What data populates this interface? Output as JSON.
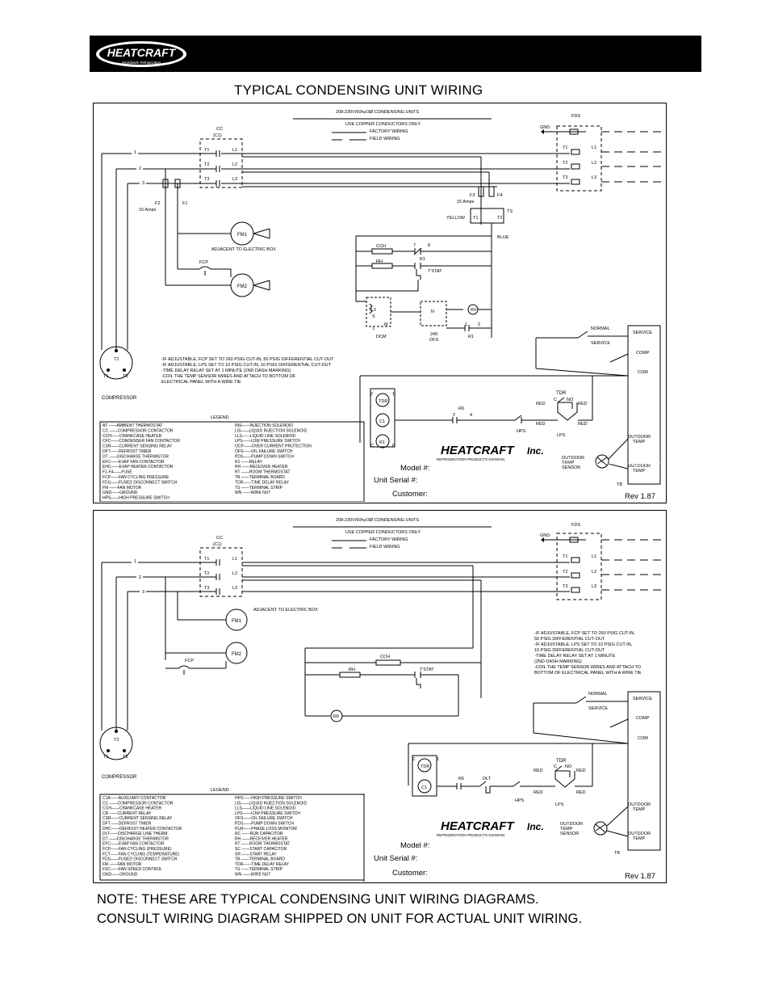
{
  "header": {
    "brand": "HEATCRAFT",
    "tagline": "Worldwide Refrigeration"
  },
  "title": "TYPICAL CONDENSING UNIT WIRING",
  "panel1": {
    "heading": "208-230V/60hz/3Ø CONDENSING UNITS",
    "copper": "USE COPPER CONDUCTORS ONLY",
    "factory": "FACTORY WIRING",
    "field": "FIELD WIRING",
    "fds": "FDS",
    "gnd": "GND",
    "cc": "CC",
    "cc2": "(C1)",
    "t1": "T1",
    "t2": "T2",
    "t3": "T3",
    "l1": "L1",
    "l2": "L2",
    "l3": "L3",
    "w1": "1",
    "w2": "2",
    "w3": "3",
    "f2": "F2",
    "f1": "F1",
    "f2amps": "15 Amps",
    "f3": "F3",
    "f4": "F4",
    "f3amps": "15 Amps",
    "ts": "TS",
    "yellow": "YELLOW",
    "blue": "BLUE",
    "tsT1": "T1",
    "tsT2": "T2",
    "fm1": "FM1",
    "fm1note": "ADJACENT TO ELECTRIC BOX",
    "fcp": "FCP",
    "fm2": "FM2",
    "cch": "CCH",
    "c7": "7",
    "c8": "8",
    "r1": "R1",
    "rh": "RH",
    "tstat": "T'STAT",
    "l2c": "L2",
    "s": "S",
    "l": "L",
    "m": "M",
    "n": "N",
    "dcm": "DCM",
    "v240": "240",
    "ofs": "OFS",
    "r1b": "R1",
    "c1": "1",
    "c2": "2",
    "rv": "RV",
    "comp_t1": "T1",
    "comp_t2": "T2",
    "comp_t3": "T3",
    "compressor": "COMPRESSOR",
    "notes": [
      "-IF ADJUSTABLE, FCP SET TO 260 PSIG CUT-IN, 50 PSIG DIFFERENTIAL CUT-OUT",
      "-IF ADJUSTABLE, LPS SET TO 10 PSIG CUT-IN, 10 PSIG DIFFERENTIAL CUT-OUT",
      "-TIME DELAY RELAY SET AT 1 MINUTE (2ND DASH MARKING)",
      "-COIL THE TEMP SENSOR WIRES AND ATTACH TO BOTTOM OF",
      " ELECTRICAL PANEL WITH A WIRE TIE"
    ],
    "normal": "NORMAL",
    "service": "SERVICE",
    "comp": "COMP",
    "com": "COM",
    "service_t": "SERVICE",
    "tdr": "TDR",
    "tdrc": "C",
    "no": "NO",
    "red": "RED",
    "r6": "R6",
    "n2": "2",
    "n4": "4",
    "hps": "HPS",
    "lps": "LPS",
    "k2": "2",
    "k1": "1",
    "tdrk": "TDR",
    "c1k": "C1",
    "r1k": "R1",
    "kc": "C",
    "ke": "E",
    "ots_l1": "OUTDOOR",
    "ots_l2": "TEMP",
    "ots_l3": "SENSOR",
    "out1a": "OUTDOOR",
    "out1b": "TEMP",
    "out2a": "OUTDOOR",
    "out2b": "TEMP",
    "tb": "TB",
    "brand": "HEATCRAFT",
    "inc": "Inc.",
    "division": "REFRIGERATION PRODUCTS DIVISION",
    "model": "Model #:",
    "serial": "Unit Serial #:",
    "customer": "Customer:",
    "rev": "Rev 1.87",
    "legend_title": "LEGEND",
    "legend_left": [
      "AT ——AMBIENT THERMOSTAT",
      "CC ——COMPRESSOR CONTACTOR",
      "CCH——CRANKCASE HEATER",
      "CFC——CONDENSER FAN CONTACTOR",
      "CSR——CURRENT SENSING RELAY",
      "DFT——DEFROST TIMER",
      "DT ——DISCHARGE THERMISTOR",
      "EFC——EVAP FAN CONTACTOR",
      "EHC——EVAP HEATER CONTACTOR",
      "F1-F4——FUSE",
      "FCP——FAN CYCLING PRESSURE",
      "FDS——FUSED DISCONNECT SWITCH",
      "FM ——FAN MOTOR",
      "GND——GROUND",
      "HPS——HIGH PRESSURE SWITCH"
    ],
    "legend_right": [
      "INS——INJECTION SOLENOID",
      "LIS——LIQUID INJECTION SOLENOID",
      "LLS——LIQUID LINE SOLENOID",
      "LPS——LOW PRESSURE SWITCH",
      "OCP——OVER CURRENT PROTECTION",
      "OFS——OIL FAILURE SWITCH",
      "PDS——PUMP DOWN SWITCH",
      "R1 ——RELAY",
      "RH ——RECEIVER HEATER",
      "RT ——ROOM THERMOSTAT",
      "TB ——TERMINAL BOARD",
      "TDR——TIME DELAY RELAY",
      "TS ——TERMINAL STRIP",
      "WN ——WIRE NUT"
    ]
  },
  "panel2": {
    "heading": "208-230V/60hz/3Ø CONDENSING UNITS",
    "copper": "USE COPPER CONDUCTORS ONLY",
    "factory": "FACTORY WIRING",
    "field": "FIELD WIRING",
    "fds": "FDS",
    "gnd": "GND",
    "cc": "CC",
    "cc2": "(C1)",
    "t1": "T1",
    "t2": "T2",
    "t3": "T3",
    "l1": "L1",
    "l2": "L2",
    "l3": "L3",
    "w1": "1",
    "w2": "2",
    "w3": "3",
    "fm1": "FM1",
    "fm1note": "ADJACENT TO ELECTRIC BOX",
    "fcp": "FCP",
    "fm2": "FM2",
    "cch": "CCH",
    "rh": "RH",
    "tstat": "T'STAT",
    "r6": "R6",
    "notes": [
      "-IF ADJUSTABLE, FCP SET TO 260 PSIG CUT-IN,",
      "50 PSIG DIFFERENTIAL CUT-OUT",
      "-IF ADJUSTABLE, LPS SET TO 10 PSIG CUT-IN,",
      "10 PSIG DIFFERENTIAL CUT-OUT",
      "-TIME DELAY RELAY SET AT 1 MINUTE",
      "(2ND DASH MARKING)",
      "-COIL THE TEMP SENSOR WIRES AND ATTACH TO",
      "BOTTOM OF ELECTRICAL PANEL WITH A WIRE TIE"
    ],
    "comp_t1": "T1",
    "comp_t2": "T2",
    "comp_t3": "T3",
    "compressor": "COMPRESSOR",
    "normal": "NORMAL",
    "service": "SERVICE",
    "comp": "COMP",
    "com": "COM",
    "service_t": "SERVICE",
    "tdr": "TDR",
    "tdrc": "C",
    "no": "NO",
    "red": "RED",
    "k2": "2",
    "k1": "1",
    "tdrk": "TDR",
    "c1k": "C1",
    "r6b": "R6",
    "dlt": "DLT",
    "hps": "HPS",
    "lps": "LPS",
    "ots_l1": "OUTDOOR",
    "ots_l2": "TEMP",
    "ots_l3": "SENSOR",
    "out1a": "OUTDOOR",
    "out1b": "TEMP",
    "out2a": "OUTDOOR",
    "out2b": "TEMP",
    "tb": "TB",
    "brand": "HEATCRAFT",
    "inc": "Inc.",
    "division": "REFRIGERATION PRODUCTS DIVISION",
    "model": "Model #:",
    "serial": "Unit Serial #:",
    "customer": "Customer:",
    "rev": "Rev 1.87",
    "legend_title": "LEGEND",
    "legend_left": [
      "C1A——AUXILIARY CONTACTOR",
      "CC ——COMPRESSOR CONTACTOR",
      "CCH——CRANKCASE HEATER",
      "CR ——CURRENT RELAY",
      "CSR——CURRENT SENSING RELAY",
      "DFT——DEFROST TIMER",
      "DHC——DEFROST HEATER CONTACTOR",
      "DLT——DISCHARGE LINE THERM.",
      "DT ——DISCHARGE THERMISTOR",
      "EFC——EVAP FAN CONTACTOR",
      "FCP——FAN CYCLING (PRESSURE)",
      "FCT——FAN CYCLING (TEMPERATURE)",
      "FDS——FUSED DISCONNECT SWITCH",
      "FM ——FAN MOTOR",
      "FSC——FAN SPEED CONTROL",
      "GND——GROUND"
    ],
    "legend_right": [
      "HPS——HIGH PRESSURE SWITCH",
      "LIS——LIQUID INJECTION SOLENOID",
      "LLS——LIQUID LINE SOLENOID",
      "LPS——LOW PRESSURE SWITCH",
      "OFS——OIL FAILURE SWITCH",
      "PDS——PUMP DOWN SWITCH",
      "PLM——PHASE LOSS MONITOR",
      "RC ——RUN CAPACITOR",
      "RH ——RECEIVER HEATER",
      "RT ——ROOM THERMOSTAT",
      "SC ——START CAPACITOR",
      "SR ——START RELAY",
      "TB ——TERMINAL BOARD",
      "TDR——TIME DELAY RELAY",
      "TS ——TERMINAL STRIP",
      "WN ——WIRE NUT"
    ]
  },
  "footer": {
    "line1": "NOTE: THESE ARE TYPICAL CONDENSING UNIT WIRING DIAGRAMS.",
    "line2": "CONSULT WIRING DIAGRAM SHIPPED ON UNIT FOR ACTUAL UNIT WIRING."
  }
}
